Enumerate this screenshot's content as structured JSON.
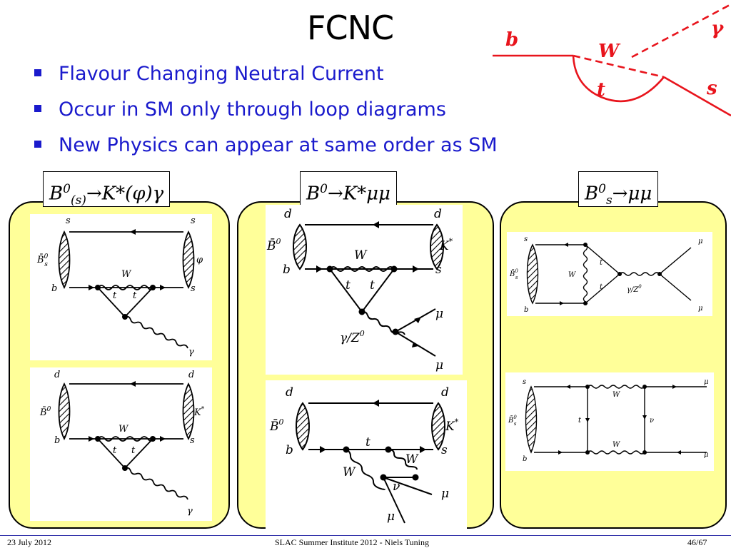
{
  "slide": {
    "title": "FCNC",
    "bullets": [
      "Flavour Changing Neutral Current",
      "Occur in SM only through loop diagrams",
      "New Physics can appear at same order as SM"
    ],
    "colors": {
      "bullet_text": "#1a1acc",
      "panel_fill": "#ffff99",
      "top_diagram": "#e8141c"
    }
  },
  "top_diagram": {
    "b": "b",
    "W": "W",
    "gamma": "γ",
    "t": "t",
    "s": "s"
  },
  "panels": {
    "left": {
      "label": {
        "base": "B",
        "sup": "0",
        "sub": "(s)",
        "rest": "→K*(φ)γ"
      },
      "diagram1": {
        "tl": "s",
        "tr": "s",
        "left_meson": "B̄",
        "left_meson_sup": "0",
        "left_meson_sub": "s",
        "right_meson": "φ",
        "bl": "b",
        "br": "s",
        "W": "W",
        "t1": "t",
        "t2": "t",
        "photon": "γ"
      },
      "diagram2": {
        "tl": "d",
        "tr": "d",
        "left_meson": "B̄",
        "left_meson_sup": "0",
        "right_meson": "K",
        "right_meson_sup": "*",
        "bl": "b",
        "br": "s",
        "W": "W",
        "t1": "t",
        "t2": "t",
        "photon": "γ"
      }
    },
    "middle": {
      "label": {
        "base": "B",
        "sup": "0",
        "rest": "→K*μμ"
      },
      "diagram1": {
        "tl": "d",
        "tr": "d",
        "left_meson": "B̄",
        "left_meson_sup": "0",
        "right_meson": "K",
        "right_meson_sup": "*",
        "bl": "b",
        "br": "s",
        "W": "W",
        "t1": "t",
        "t2": "t",
        "boson": "γ/Z",
        "boson_sup": "0",
        "mu1": "μ",
        "mu2": "μ"
      },
      "diagram2": {
        "tl": "d",
        "tr": "d",
        "left_meson": "B̄",
        "left_meson_sup": "0",
        "right_meson": "K",
        "right_meson_sup": "*",
        "bl": "b",
        "br": "s",
        "t": "t",
        "W1": "W",
        "W2": "W",
        "nu": "ν",
        "mu1": "μ",
        "mu2": "μ"
      }
    },
    "right": {
      "label": {
        "base": "B",
        "sup": "0",
        "sub": "s",
        "rest": "→μμ"
      },
      "diagram1": {
        "s": "s",
        "b": "b",
        "left_meson": "B̄",
        "left_meson_sup": "0",
        "left_meson_sub": "s",
        "W": "W",
        "t1": "t",
        "t2": "t",
        "boson": "γ/Z",
        "boson_sup": "0",
        "mu1": "μ",
        "mu2": "μ"
      },
      "diagram2": {
        "s": "s",
        "b": "b",
        "left_meson": "B̄",
        "left_meson_sup": "0",
        "left_meson_sub": "s",
        "W1": "W",
        "W2": "W",
        "t": "t",
        "nu": "ν",
        "mu1": "μ",
        "mu2": "μ"
      }
    }
  },
  "footer": {
    "date": "23 July 2012",
    "center": "SLAC Summer Institute 2012 - Niels Tuning",
    "page": "46/67"
  }
}
